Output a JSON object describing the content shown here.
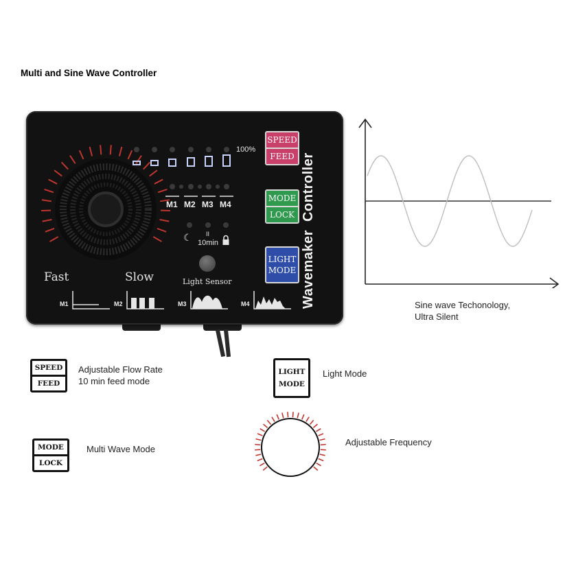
{
  "title": "Multi and Sine Wave Controller",
  "device": {
    "side_label": "Wavemaker  Controller",
    "percent_label": "100%",
    "mode_labels": [
      "M1",
      "M2",
      "M3",
      "M4"
    ],
    "timer_label": "10min",
    "fast_label": "Fast",
    "slow_label": "Slow",
    "sensor_label": "Light Sensor",
    "speed_label": "SPEED",
    "feed_label": "FEED",
    "mode_label": "MODE",
    "lock_label": "LOCK",
    "light_label": "LIGHT",
    "light_mode_label": "MODE",
    "wave_labels": [
      "M1",
      "M2",
      "M3",
      "M4"
    ],
    "colors": {
      "speed_button": "#c83f6a",
      "mode_button": "#2f9a4e",
      "light_button": "#2d4da8",
      "knob_ticks": "#c0362f"
    }
  },
  "sine_caption": [
    "Sine wave Techonology,",
    "Ultra Silent"
  ],
  "legend": {
    "speed_feed": {
      "top": "SPEED",
      "bottom": "FEED",
      "caption": [
        "Adjustable Flow Rate",
        "10 min feed mode"
      ]
    },
    "light_mode": {
      "top": "LIGHT",
      "bottom": "MODE",
      "caption": "Light Mode"
    },
    "mode_lock": {
      "top": "MODE",
      "bottom": "LOCK",
      "caption": "Multi Wave Mode"
    },
    "frequency": {
      "caption": "Adjustable Frequency"
    }
  }
}
